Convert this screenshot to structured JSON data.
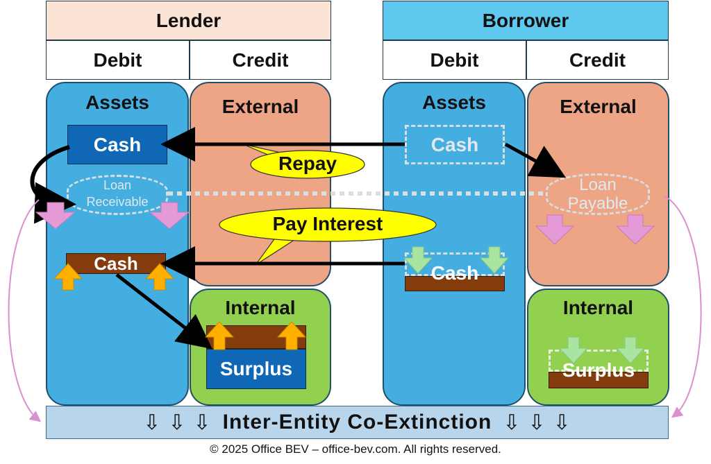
{
  "lender": {
    "title": "Lender",
    "debit": "Debit",
    "credit": "Credit"
  },
  "borrower": {
    "title": "Borrower",
    "debit": "Debit",
    "credit": "Credit"
  },
  "panels": {
    "assets": "Assets",
    "external": "External",
    "internal": "Internal"
  },
  "items": {
    "lender_cash_top": "Cash",
    "lender_loan": [
      "Loan",
      "Receivable"
    ],
    "lender_cash_bottom": "Cash",
    "lender_surplus": "Surplus",
    "borrower_cash_top": "Cash",
    "borrower_loan": [
      "Loan",
      "Payable"
    ],
    "borrower_cash_bottom": "Cash",
    "borrower_surplus": "Surplus"
  },
  "callouts": {
    "repay": "Repay",
    "pay_interest": "Pay Interest"
  },
  "bottom_bar": {
    "label": "Inter-Entity Co-Extinction",
    "arrow_glyph": "⇩"
  },
  "footer": "© 2025 Office BEV – office-bev.com. All rights reserved.",
  "colors": {
    "lender_header": "#fbe3d6",
    "borrower_header": "#5ec8ef",
    "assets": "#45aee0",
    "external": "#eea586",
    "internal": "#92d050",
    "cash_blue": "#0f67b5",
    "brown": "#843c0c",
    "callout": "#ffff00",
    "up_arrow": "#ffb000",
    "down_arrow_pink": "#e59ad8",
    "down_arrow_green": "#a9e5a0",
    "bar": "#b9d5ec"
  }
}
